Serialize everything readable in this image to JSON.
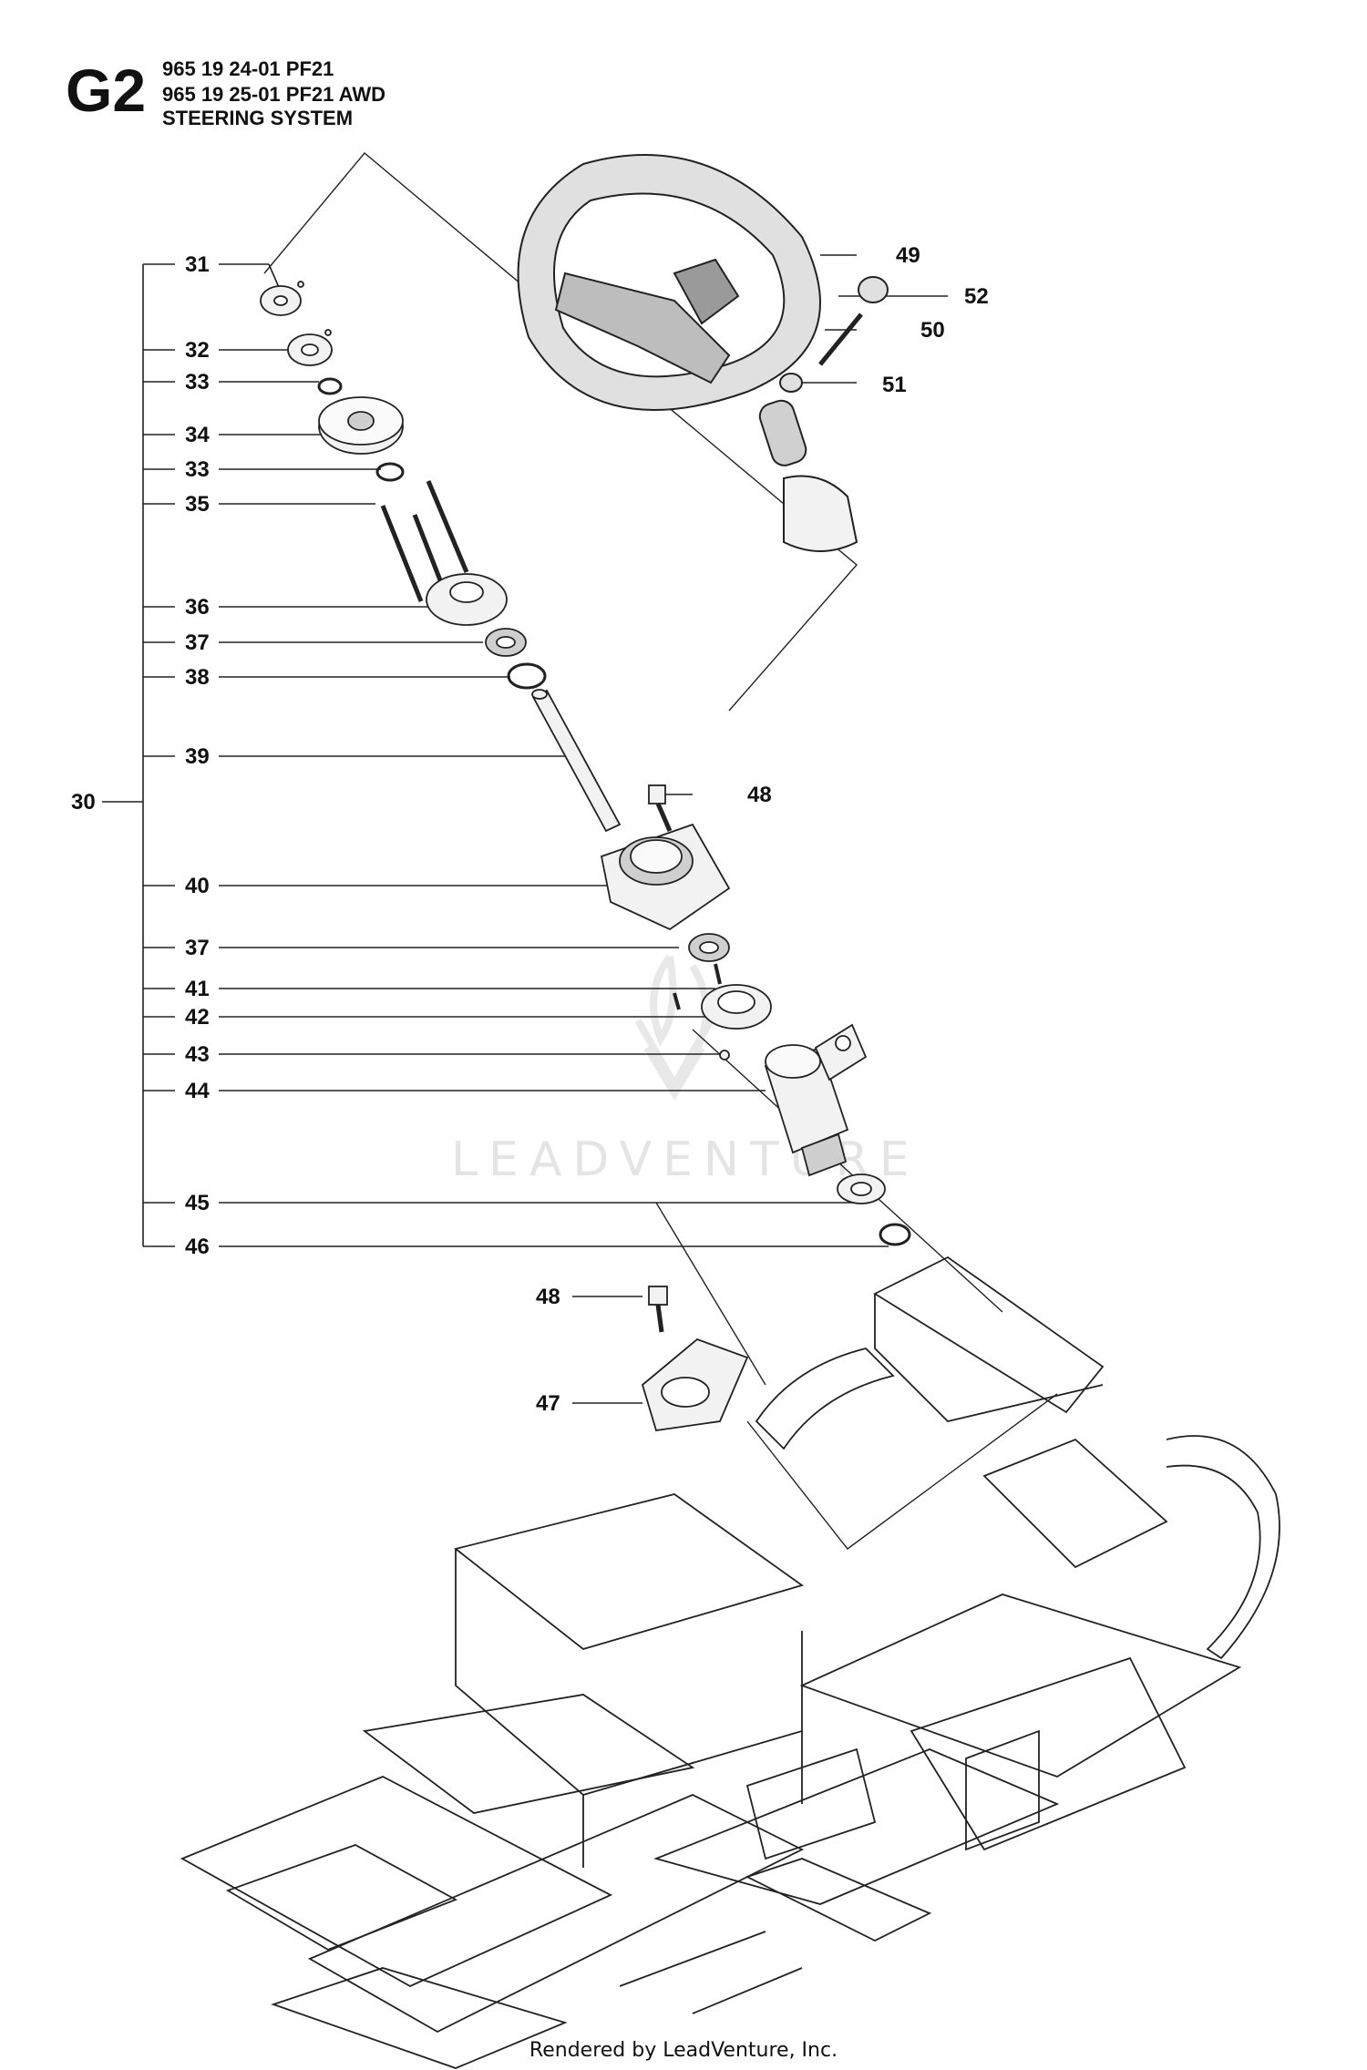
{
  "header": {
    "section_code": "G2",
    "model_line_1": "965 19 24-01 PF21",
    "model_line_2": "965 19 25-01 PF21 AWD",
    "title": "STEERING SYSTEM"
  },
  "callouts": {
    "c30": "30",
    "c31": "31",
    "c32": "32",
    "c33a": "33",
    "c34": "34",
    "c33b": "33",
    "c35": "35",
    "c36": "36",
    "c37a": "37",
    "c38": "38",
    "c39": "39",
    "c40": "40",
    "c37b": "37",
    "c41": "41",
    "c42": "42",
    "c43": "43",
    "c44": "44",
    "c45": "45",
    "c46": "46",
    "c47": "47",
    "c48a": "48",
    "c48b": "48",
    "c49": "49",
    "c50": "50",
    "c51": "51",
    "c52": "52"
  },
  "watermark": "LEADVENTURE",
  "footer": "Rendered by LeadVenture, Inc.",
  "colors": {
    "ink": "#111111",
    "watermark": "#e4e4e4",
    "part_fill": "#f2f2f2",
    "part_shade": "#cfcfcf"
  }
}
